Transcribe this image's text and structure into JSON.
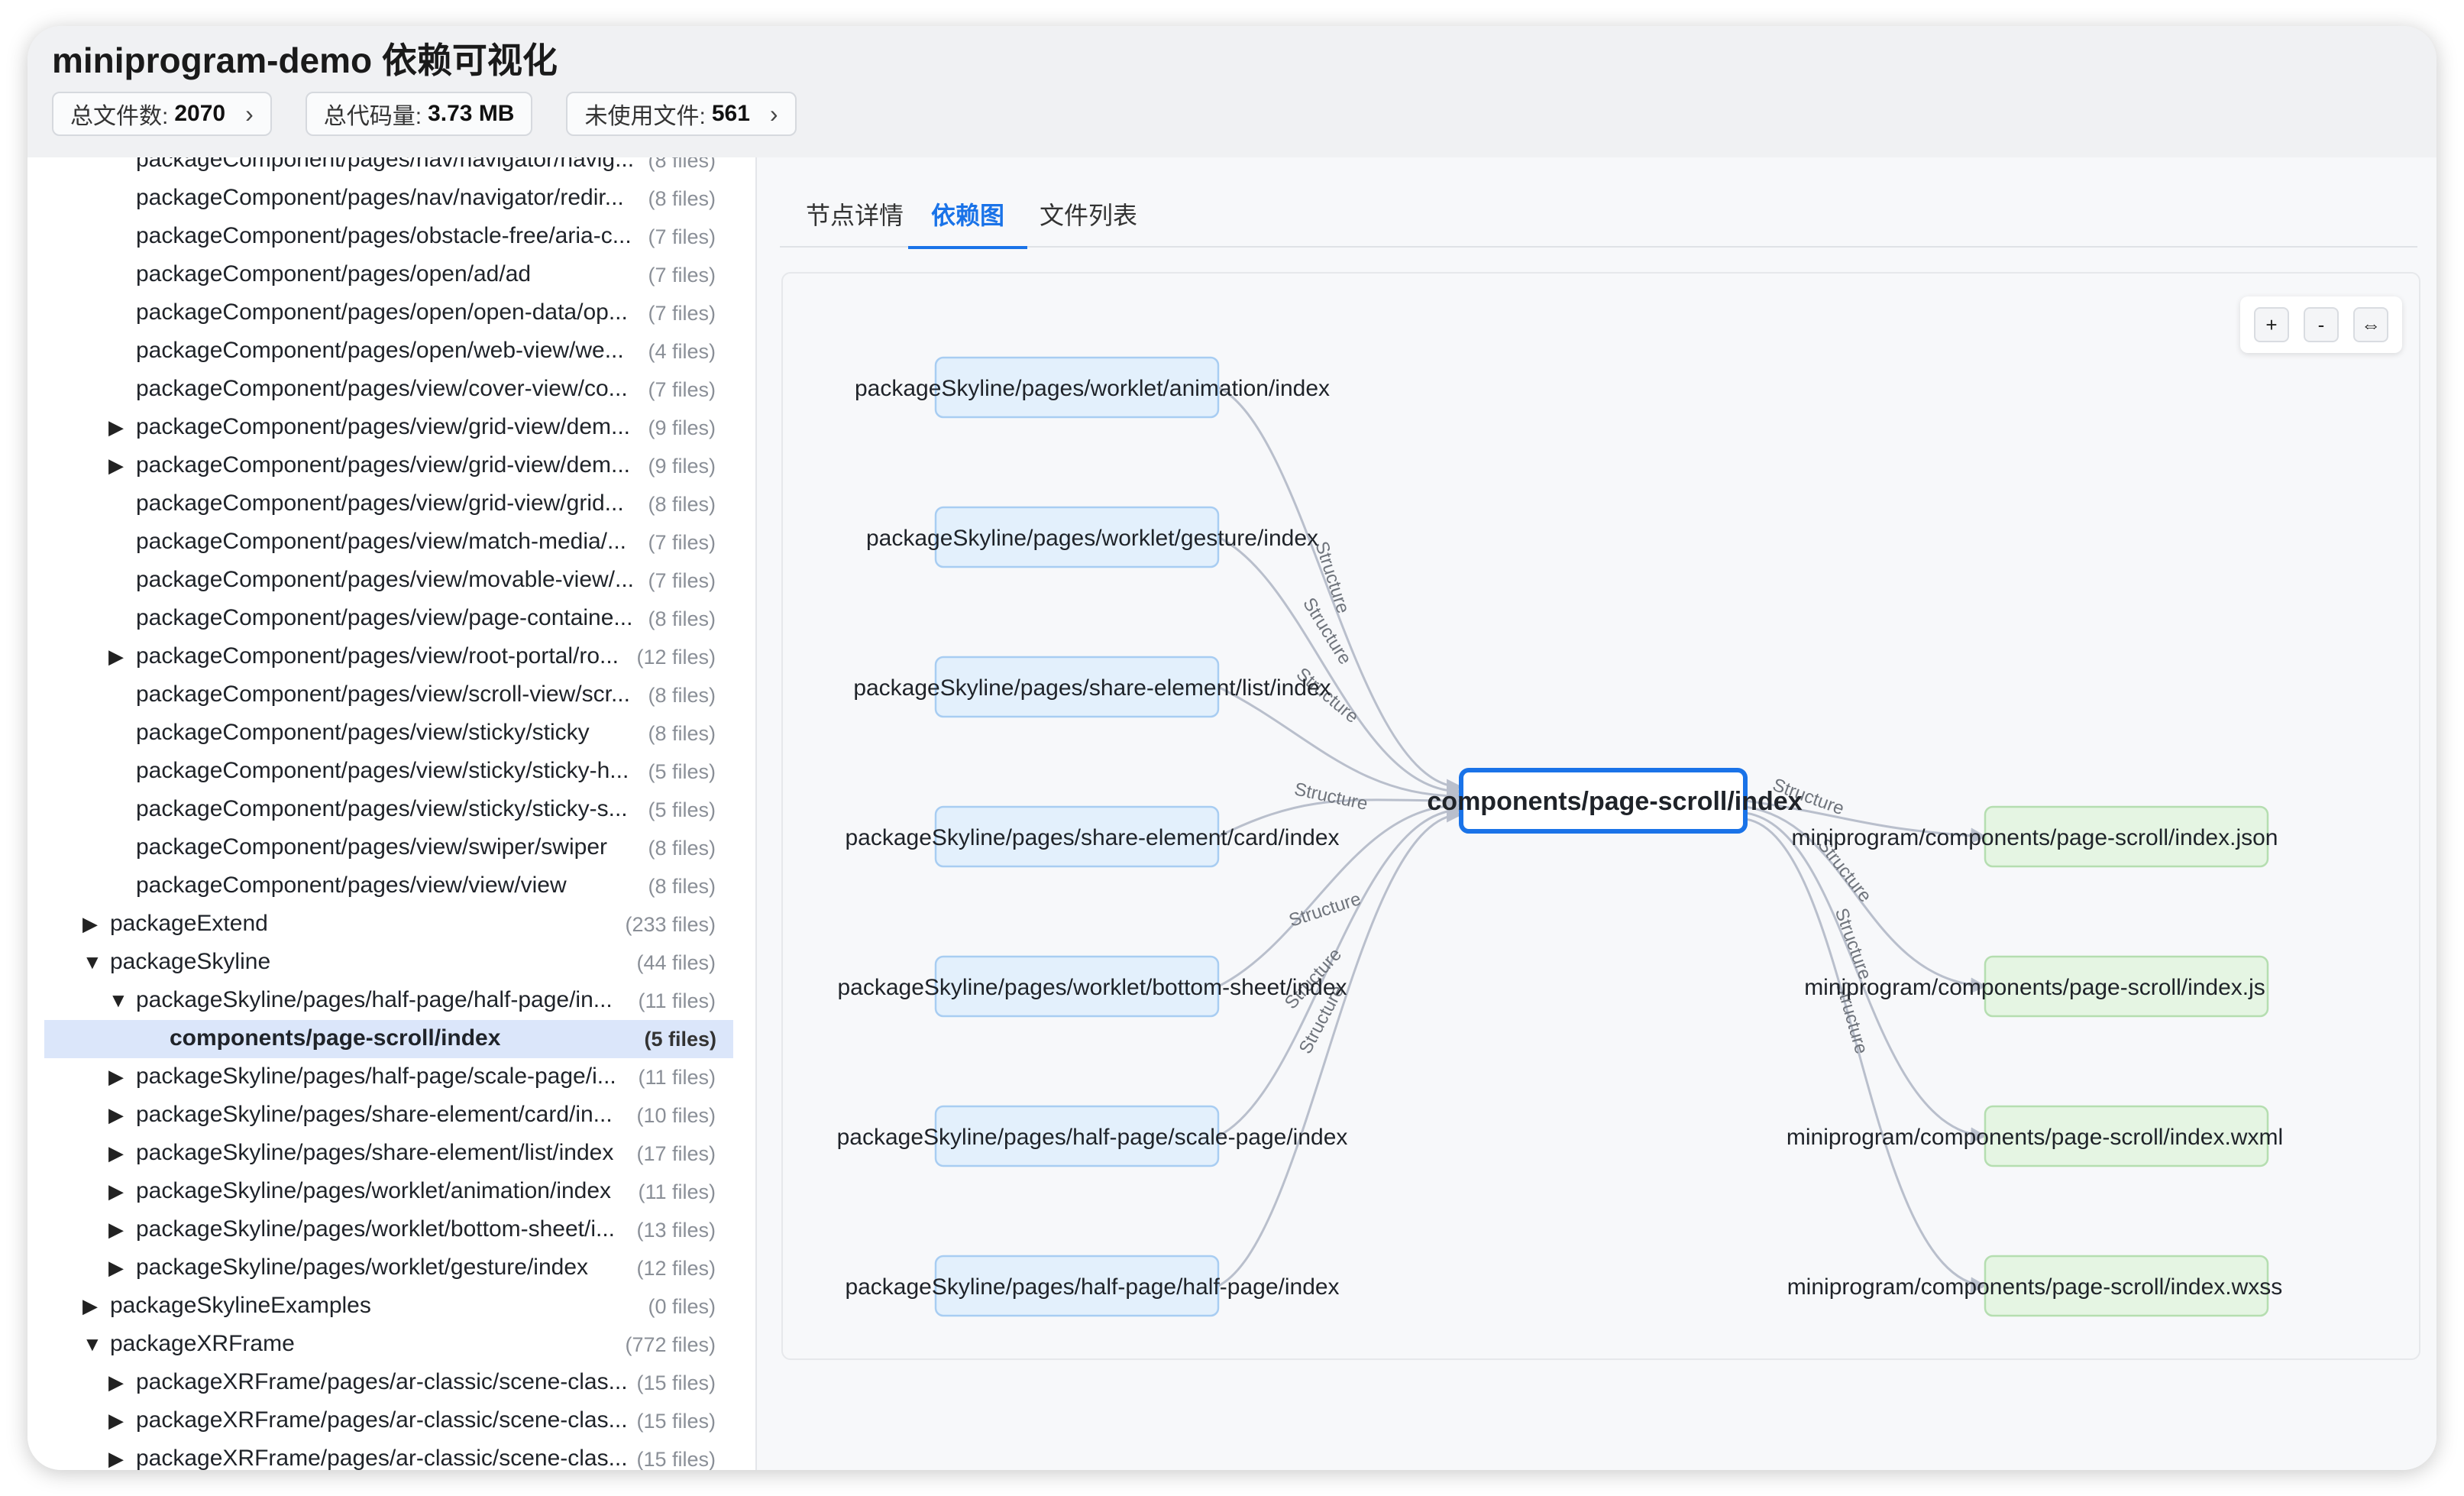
{
  "app": {
    "title": "miniprogram-demo 依赖可视化"
  },
  "stats": [
    {
      "label": "总文件数:",
      "value": "2070",
      "has_chevron": true
    },
    {
      "label": "总代码量:",
      "value": "3.73 MB",
      "has_chevron": false
    },
    {
      "label": "未使用文件:",
      "value": "561",
      "has_chevron": true
    }
  ],
  "sidebar": {
    "tree": [
      {
        "label": "packageComponent/pages/nav/navigator/navig...",
        "count": "(8 files)",
        "arrow": "",
        "indent": 2
      },
      {
        "label": "packageComponent/pages/nav/navigator/redir...",
        "count": "(8 files)",
        "arrow": "",
        "indent": 2
      },
      {
        "label": "packageComponent/pages/obstacle-free/aria-c...",
        "count": "(7 files)",
        "arrow": "",
        "indent": 2
      },
      {
        "label": "packageComponent/pages/open/ad/ad",
        "count": "(7 files)",
        "arrow": "",
        "indent": 2
      },
      {
        "label": "packageComponent/pages/open/open-data/op...",
        "count": "(7 files)",
        "arrow": "",
        "indent": 2
      },
      {
        "label": "packageComponent/pages/open/web-view/we...",
        "count": "(4 files)",
        "arrow": "",
        "indent": 2
      },
      {
        "label": "packageComponent/pages/view/cover-view/co...",
        "count": "(7 files)",
        "arrow": "",
        "indent": 2
      },
      {
        "label": "packageComponent/pages/view/grid-view/dem...",
        "count": "(9 files)",
        "arrow": "▶",
        "indent": 2
      },
      {
        "label": "packageComponent/pages/view/grid-view/dem...",
        "count": "(9 files)",
        "arrow": "▶",
        "indent": 2
      },
      {
        "label": "packageComponent/pages/view/grid-view/grid...",
        "count": "(8 files)",
        "arrow": "",
        "indent": 2
      },
      {
        "label": "packageComponent/pages/view/match-media/...",
        "count": "(7 files)",
        "arrow": "",
        "indent": 2
      },
      {
        "label": "packageComponent/pages/view/movable-view/...",
        "count": "(7 files)",
        "arrow": "",
        "indent": 2
      },
      {
        "label": "packageComponent/pages/view/page-containe...",
        "count": "(8 files)",
        "arrow": "",
        "indent": 2
      },
      {
        "label": "packageComponent/pages/view/root-portal/ro...",
        "count": "(12 files)",
        "arrow": "▶",
        "indent": 2
      },
      {
        "label": "packageComponent/pages/view/scroll-view/scr...",
        "count": "(8 files)",
        "arrow": "",
        "indent": 2
      },
      {
        "label": "packageComponent/pages/view/sticky/sticky",
        "count": "(8 files)",
        "arrow": "",
        "indent": 2
      },
      {
        "label": "packageComponent/pages/view/sticky/sticky-h...",
        "count": "(5 files)",
        "arrow": "",
        "indent": 2
      },
      {
        "label": "packageComponent/pages/view/sticky/sticky-s...",
        "count": "(5 files)",
        "arrow": "",
        "indent": 2
      },
      {
        "label": "packageComponent/pages/view/swiper/swiper",
        "count": "(8 files)",
        "arrow": "",
        "indent": 2
      },
      {
        "label": "packageComponent/pages/view/view/view",
        "count": "(8 files)",
        "arrow": "",
        "indent": 2
      },
      {
        "label": "packageExtend",
        "count": "(233 files)",
        "arrow": "▶",
        "indent": 1
      },
      {
        "label": "packageSkyline",
        "count": "(44 files)",
        "arrow": "▼",
        "indent": 1
      },
      {
        "label": "packageSkyline/pages/half-page/half-page/in...",
        "count": "(11 files)",
        "arrow": "▼",
        "indent": 2
      },
      {
        "label": "components/page-scroll/index",
        "count": "(5 files)",
        "arrow": "",
        "indent": 3,
        "selected": true
      },
      {
        "label": "packageSkyline/pages/half-page/scale-page/i...",
        "count": "(11 files)",
        "arrow": "▶",
        "indent": 2
      },
      {
        "label": "packageSkyline/pages/share-element/card/in...",
        "count": "(10 files)",
        "arrow": "▶",
        "indent": 2
      },
      {
        "label": "packageSkyline/pages/share-element/list/index",
        "count": "(17 files)",
        "arrow": "▶",
        "indent": 2
      },
      {
        "label": "packageSkyline/pages/worklet/animation/index",
        "count": "(11 files)",
        "arrow": "▶",
        "indent": 2
      },
      {
        "label": "packageSkyline/pages/worklet/bottom-sheet/i...",
        "count": "(13 files)",
        "arrow": "▶",
        "indent": 2
      },
      {
        "label": "packageSkyline/pages/worklet/gesture/index",
        "count": "(12 files)",
        "arrow": "▶",
        "indent": 2
      },
      {
        "label": "packageSkylineExamples",
        "count": "(0 files)",
        "arrow": "▶",
        "indent": 1
      },
      {
        "label": "packageXRFrame",
        "count": "(772 files)",
        "arrow": "▼",
        "indent": 1
      },
      {
        "label": "packageXRFrame/pages/ar-classic/scene-clas...",
        "count": "(15 files)",
        "arrow": "▶",
        "indent": 2
      },
      {
        "label": "packageXRFrame/pages/ar-classic/scene-clas...",
        "count": "(15 files)",
        "arrow": "▶",
        "indent": 2
      },
      {
        "label": "packageXRFrame/pages/ar-classic/scene-clas...",
        "count": "(15 files)",
        "arrow": "▶",
        "indent": 2
      }
    ]
  },
  "tabs": [
    {
      "label": "节点详情",
      "active": false
    },
    {
      "label": "依赖图",
      "active": true
    },
    {
      "label": "文件列表",
      "active": false
    }
  ],
  "zoom_controls": {
    "zoom_in": "+",
    "zoom_out": "-",
    "fit": "⇔"
  },
  "graph": {
    "center": {
      "label": "components/page-scroll/index"
    },
    "edge_label": "Structure",
    "left_nodes": [
      "packageSkyline/pages/worklet/animation/index",
      "packageSkyline/pages/worklet/gesture/index",
      "packageSkyline/pages/share-element/list/index",
      "packageSkyline/pages/share-element/card/index",
      "packageSkyline/pages/worklet/bottom-sheet/index",
      "packageSkyline/pages/half-page/scale-page/index",
      "packageSkyline/pages/half-page/half-page/index"
    ],
    "right_nodes": [
      "miniprogram/components/page-scroll/index.json",
      "miniprogram/components/page-scroll/index.js",
      "miniprogram/components/page-scroll/index.wxml",
      "miniprogram/components/page-scroll/index.wxss"
    ],
    "colors": {
      "left_fill": "#e3f0fc",
      "left_stroke": "#a8cdf2",
      "right_fill": "#e5f5e3",
      "right_stroke": "#b5deb0",
      "center_stroke": "#1a73e8",
      "edge": "#b9bfcc"
    }
  }
}
